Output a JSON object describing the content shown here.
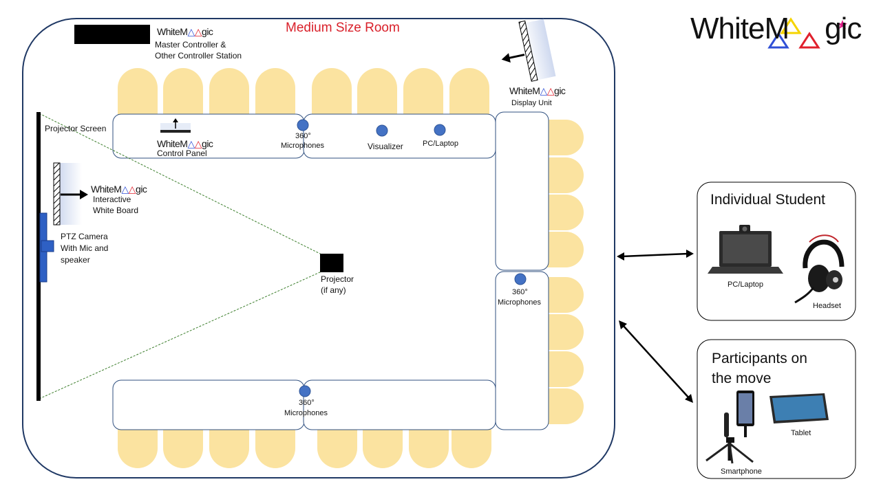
{
  "brand": {
    "name_prefix": "White",
    "name_m": "M",
    "name_suffix": "gic"
  },
  "room": {
    "title": "Medium Size Room"
  },
  "labels": {
    "controller_station_line1": "Master Controller &",
    "controller_station_line2": "Other Controller Station",
    "display_unit": "Display Unit",
    "projector_screen": "Projector Screen",
    "control_panel": "Control Panel",
    "microphones_top_1": "360°",
    "microphones_top_2": "Microphones",
    "visualizer": "Visualizer",
    "pc_laptop_table": "PC/Laptop",
    "iwb_line1": "Interactive",
    "iwb_line2": "White Board",
    "ptz_line1": "PTZ Camera",
    "ptz_line2": "With Mic and",
    "ptz_line3": "speaker",
    "projector_line1": "Projector",
    "projector_line2": "(if any)",
    "microphones_right_1": "360°",
    "microphones_right_2": "Microphones",
    "microphones_bottom_1": "360°",
    "microphones_bottom_2": "Microphones"
  },
  "individual_student": {
    "title": "Individual Student",
    "pc_label": "PC/Laptop",
    "headset_label": "Headset"
  },
  "participants_on_move": {
    "title_line1": "Participants on",
    "title_line2": "the move",
    "smartphone_label": "Smartphone",
    "tablet_label": "Tablet"
  },
  "colors": {
    "seat": "#fbe3a0",
    "table_border": "#2f4f7f",
    "mic_dot": "#4472c4",
    "room_border": "#1f3864",
    "title_red": "#d9202a",
    "logo_yellow": "#f5d400",
    "logo_blue": "#2f4fd6",
    "logo_red": "#e0202c",
    "logo_star": "#e0208a"
  }
}
